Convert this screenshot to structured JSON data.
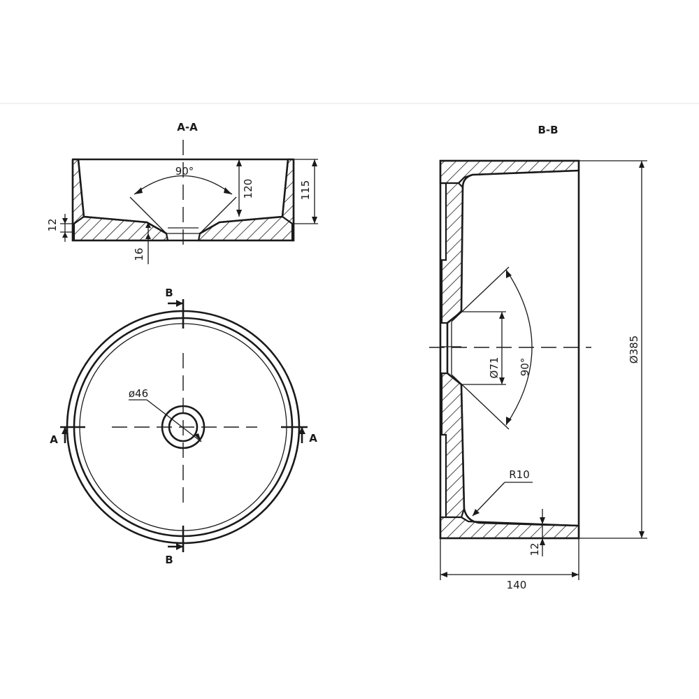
{
  "views": {
    "section_aa": {
      "title": "A-A",
      "angle": "90°",
      "depth_inner": "120",
      "height_outer": "115",
      "floor": "12",
      "drain": "16"
    },
    "section_bb": {
      "title": "B-B",
      "angle": "90°",
      "drain_dia": "Ø71",
      "outer_dia": "Ø385",
      "radius": "R10",
      "floor": "12",
      "height": "140"
    },
    "plan": {
      "drain_dia": "ø46",
      "cut_a_left": "A",
      "cut_a_right": "A",
      "cut_b_top": "B",
      "cut_b_bottom": "B"
    }
  }
}
